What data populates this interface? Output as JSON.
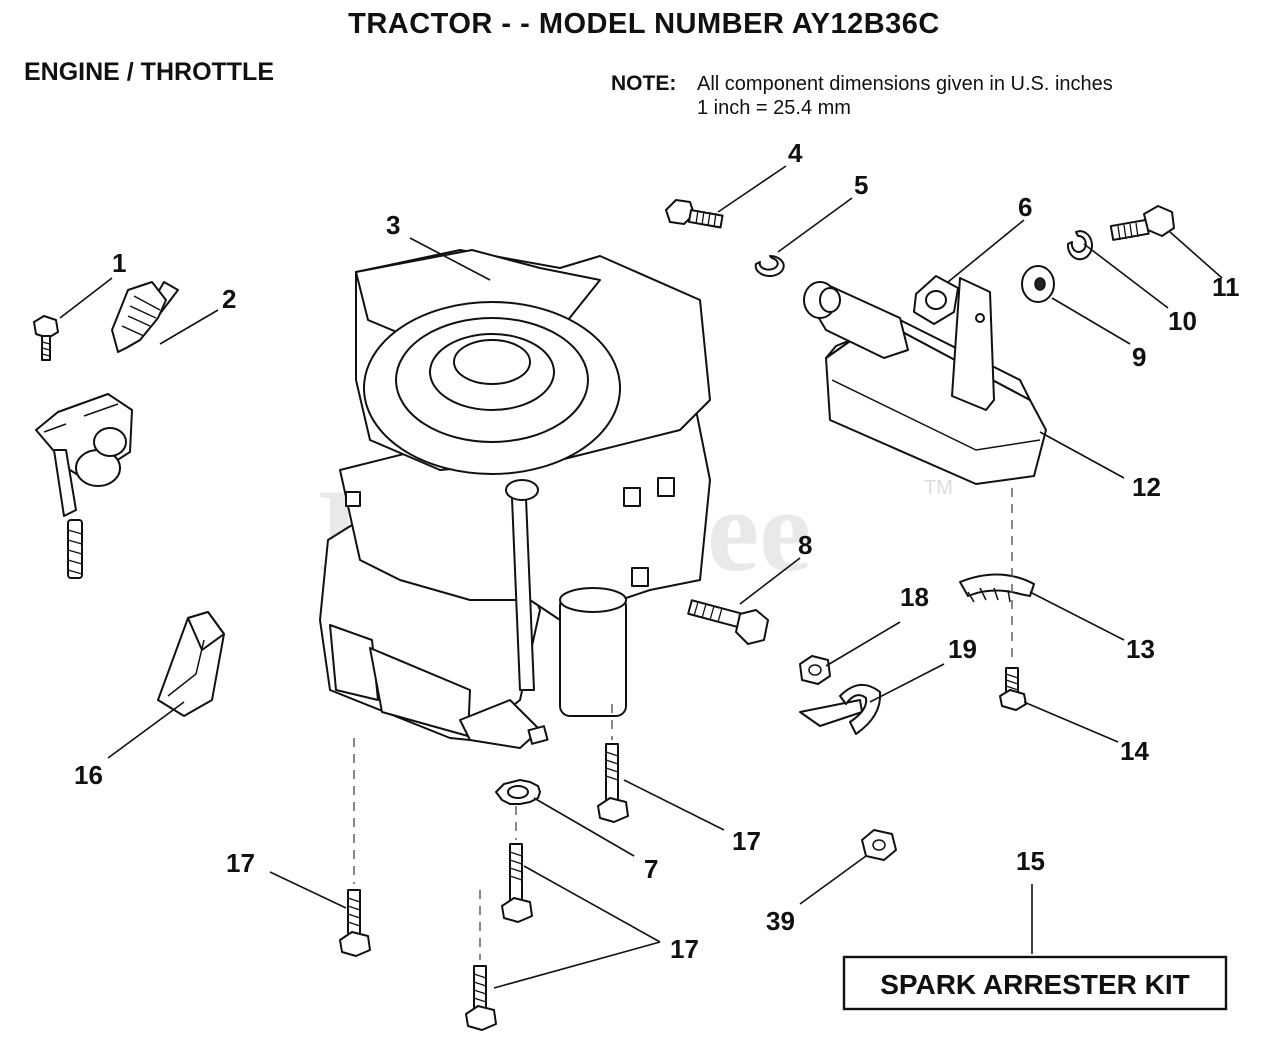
{
  "header": {
    "title": "TRACTOR - - MODEL NUMBER AY12B36C",
    "section": "ENGINE / THROTTLE",
    "note_label": "NOTE:",
    "note_line1": "All component dimensions given in U.S. inches",
    "note_line2": "1 inch = 25.4 mm"
  },
  "watermark": {
    "text": "PartsTree",
    "tm": "TM"
  },
  "callouts": {
    "c1": "1",
    "c2": "2",
    "c3": "3",
    "c4": "4",
    "c5": "5",
    "c6": "6",
    "c7": "7",
    "c8": "8",
    "c9": "9",
    "c10": "10",
    "c11": "11",
    "c12": "12",
    "c13": "13",
    "c14": "14",
    "c15": "15",
    "c16": "16",
    "c17a": "17",
    "c17b": "17",
    "c17c": "17",
    "c18": "18",
    "c19": "19",
    "c39": "39"
  },
  "kit": {
    "label": "SPARK ARRESTER KIT"
  },
  "parts": [
    "bolt",
    "throttle-control",
    "engine",
    "screw",
    "lock-washer",
    "gasket",
    "star-washer",
    "bolt",
    "flat-washer",
    "lock-washer",
    "screw",
    "muffler",
    "heat-shield",
    "screw",
    "spark-arrester-kit",
    "bracket",
    "bolt",
    "nut",
    "clamp",
    "nut"
  ]
}
